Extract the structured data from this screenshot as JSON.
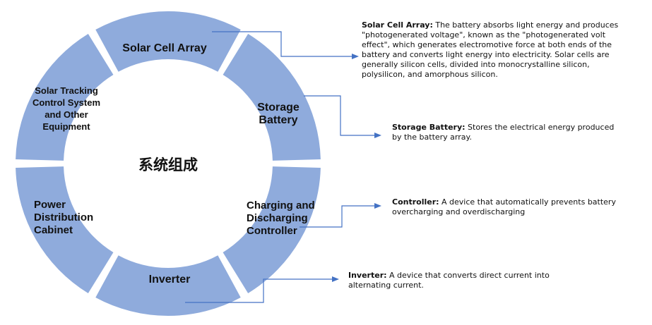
{
  "center_label": "系统组成",
  "segments": [
    {
      "id": "solar",
      "label_lines": [
        "Solar Cell Array"
      ]
    },
    {
      "id": "storage",
      "label_lines": [
        "Storage",
        "Battery"
      ]
    },
    {
      "id": "controller",
      "label_lines": [
        "Charging and",
        "Discharging",
        "Controller"
      ]
    },
    {
      "id": "inverter",
      "label_lines": [
        "Inverter"
      ]
    },
    {
      "id": "cabinet",
      "label_lines": [
        "Power",
        "Distribution",
        "Cabinet"
      ]
    },
    {
      "id": "tracking",
      "label_lines": [
        "Solar Tracking",
        "Control System",
        "and Other",
        "Equipment"
      ]
    }
  ],
  "descriptions": {
    "solar": {
      "title": "Solar Cell Array:",
      "text": " The battery absorbs light energy and produces \"photogenerated voltage\", known as the \"photogenerated volt effect\", which generates electromotive force at both ends of the battery and converts light energy into electricity. Solar cells are generally silicon cells, divided into monocrystalline silicon, polysilicon, and amorphous silicon."
    },
    "storage": {
      "title": "Storage Battery:",
      "text": " Stores the electrical energy produced by the battery array."
    },
    "controller": {
      "title": "Controller:",
      "text": " A device that automatically prevents battery overcharging and overdischarging"
    },
    "inverter": {
      "title": "Inverter:",
      "text": " A device that converts direct current into alternating current."
    }
  }
}
